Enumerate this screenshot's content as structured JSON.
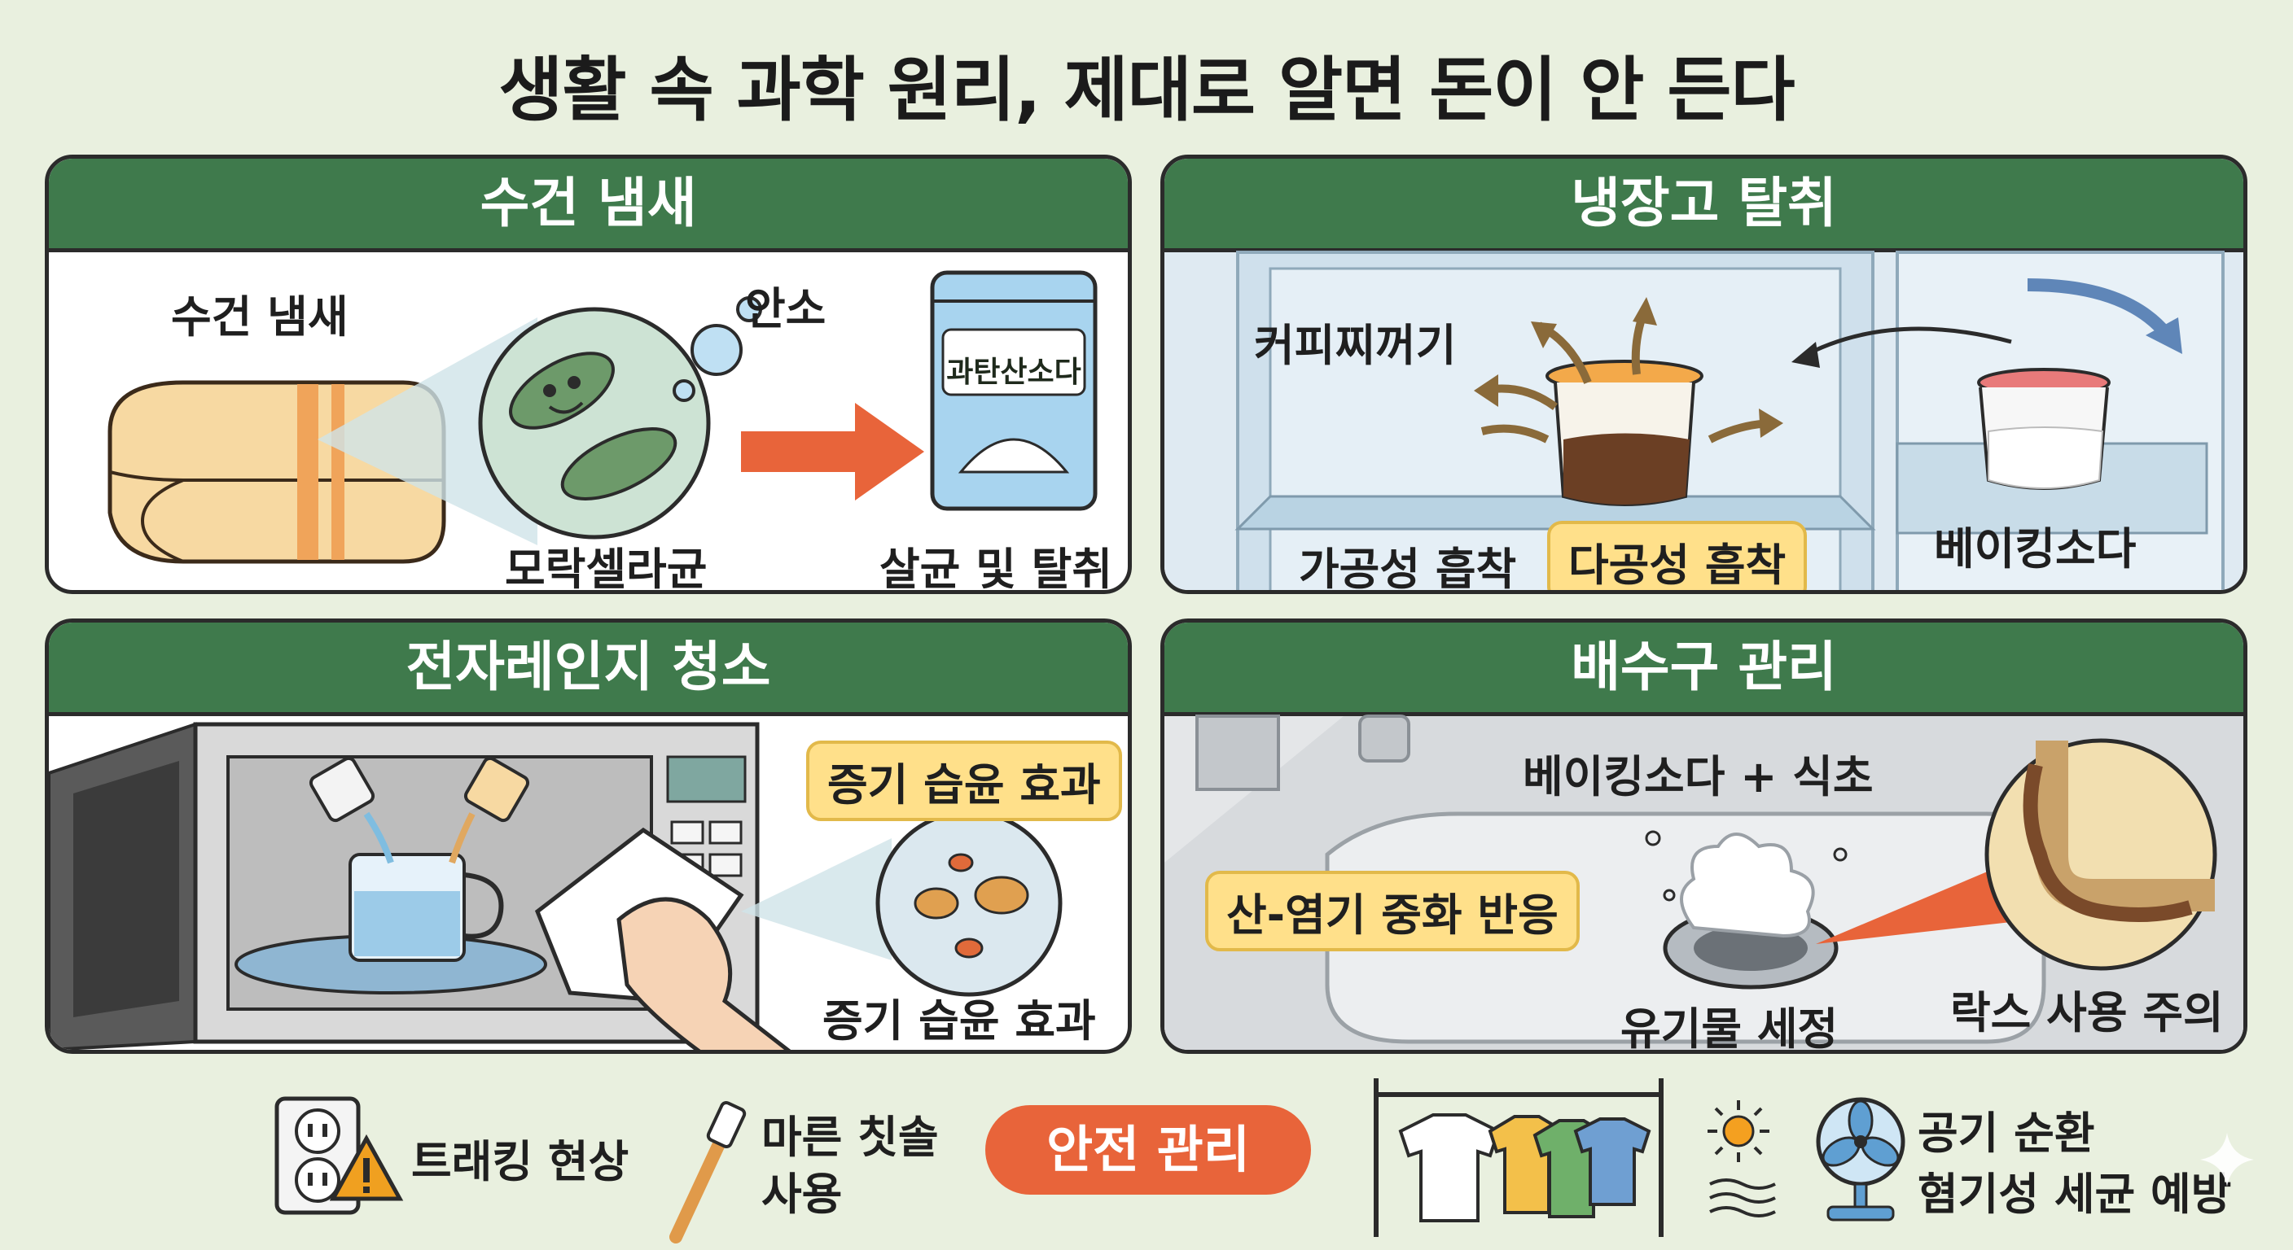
{
  "title": "생활 속 과학 원리, 제대로 알면 돈이 안 든다",
  "panels": {
    "towel": {
      "header": "수건 냄새",
      "towel_label": "수건 냄새",
      "oxygen_label": "안소",
      "bag_label": "과탄산소다",
      "bacteria_label": "모락셀라균",
      "result_label": "살균 및 탈취"
    },
    "fridge": {
      "header": "냉장고 탈취",
      "coffee_label": "커피찌꺼기",
      "porous_label": "가공성 흡착",
      "porous_highlight": "다공성 흡착",
      "soda_label": "베이킹소다"
    },
    "microwave": {
      "header": "전자레인지 청소",
      "steam_highlight": "증기 습윤 효과",
      "steam_label": "증기 습윤 효과"
    },
    "drain": {
      "header": "배수구 관리",
      "mix_label": "베이킹소다 + 식초",
      "reaction_highlight": "산-염기 중화 반응",
      "clean_label": "유기물 세정",
      "bleach_label": "락스 사용 주의"
    }
  },
  "bottom": {
    "tracking_label": "트래킹 현상",
    "brush_line1": "마른 칫솔",
    "brush_line2": "사용",
    "safety_badge": "안전 관리",
    "air_line1": "공기 순환",
    "air_line2": "혐기성 세균 예방"
  },
  "icons": [
    "outlet-icon",
    "warning-icon",
    "toothbrush-icon",
    "clothes-rack-icon",
    "sun-icon",
    "wind-icon",
    "fan-icon",
    "sparkle-icon"
  ],
  "colors": {
    "background": "#e9f0df",
    "header_green": "#3f7a4c",
    "highlight_yellow": "#ffe08a",
    "safety_orange": "#e8643a"
  }
}
